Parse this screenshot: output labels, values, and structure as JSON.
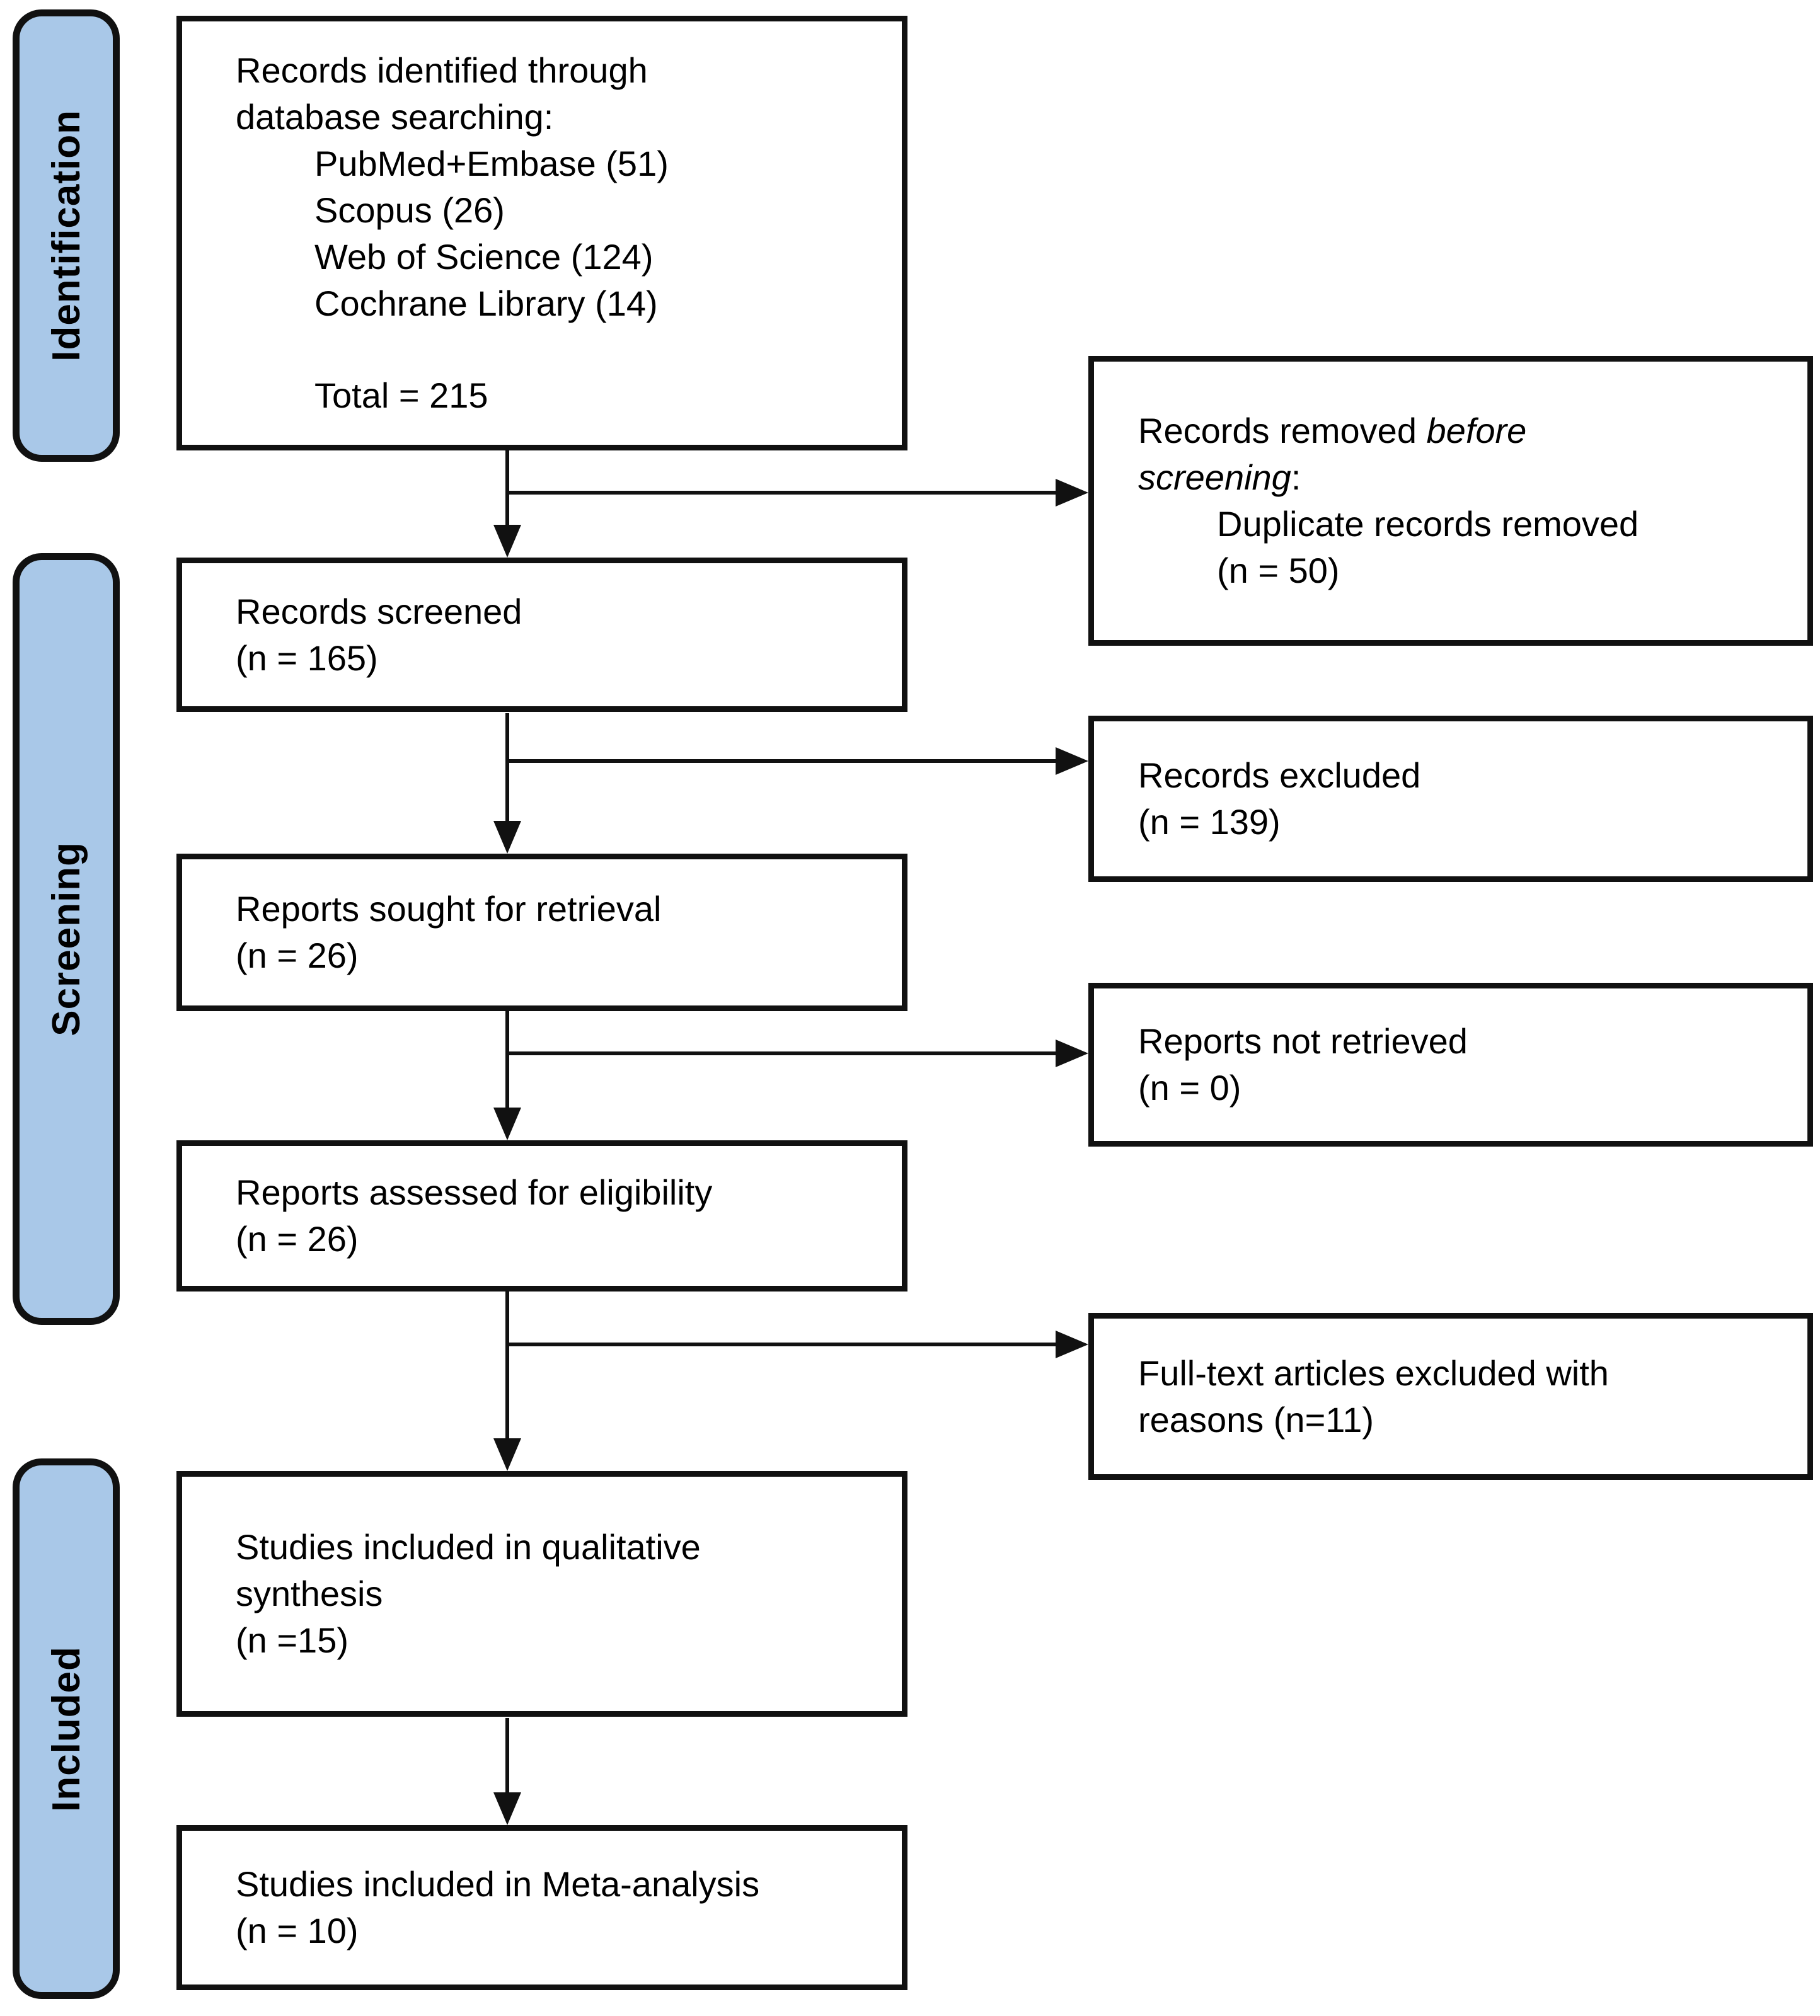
{
  "figure": {
    "type": "prisma-flow-diagram",
    "colors": {
      "background": "#ffffff",
      "stage_fill": "#a9c8e8",
      "line": "#111111",
      "text": "#000000"
    },
    "stages": [
      {
        "id": "identification",
        "label": "Identification"
      },
      {
        "id": "screening",
        "label": "Screening"
      },
      {
        "id": "included",
        "label": "Included"
      }
    ],
    "main": [
      {
        "id": "records-identified",
        "title_line1": "Records identified through",
        "title_line2": "database searching:",
        "items": [
          "PubMed+Embase (51)",
          "Scopus (26)",
          "Web of Science (124)",
          "Cochrane Library (14)"
        ],
        "total": "Total = 215"
      },
      {
        "id": "records-screened",
        "line1": "Records screened",
        "line2": "(n = 165)"
      },
      {
        "id": "reports-sought",
        "line1": "Reports sought for retrieval",
        "line2": "(n = 26)"
      },
      {
        "id": "reports-assessed",
        "line1": "Reports assessed for eligibility",
        "line2": "(n = 26)"
      },
      {
        "id": "studies-qualitative",
        "line1": "Studies included in qualitative",
        "line2": "synthesis",
        "line3": "(n =15)"
      },
      {
        "id": "studies-meta",
        "line1": "Studies included in Meta-analysis",
        "line2": "(n = 10)"
      }
    ],
    "side": [
      {
        "id": "removed-before-screening",
        "normal1": "Records removed",
        "italic1": "before",
        "italic2": "screening",
        "colon": ":",
        "detail1": "Duplicate records removed",
        "detail2": "(n = 50)"
      },
      {
        "id": "records-excluded",
        "line1": "Records excluded",
        "line2": "(n = 139)"
      },
      {
        "id": "reports-not-retrieved",
        "line1": "Reports not retrieved",
        "line2": "(n = 0)"
      },
      {
        "id": "fulltext-excluded",
        "line1": "Full-text articles excluded with",
        "line2": "reasons (n=11)"
      }
    ]
  }
}
